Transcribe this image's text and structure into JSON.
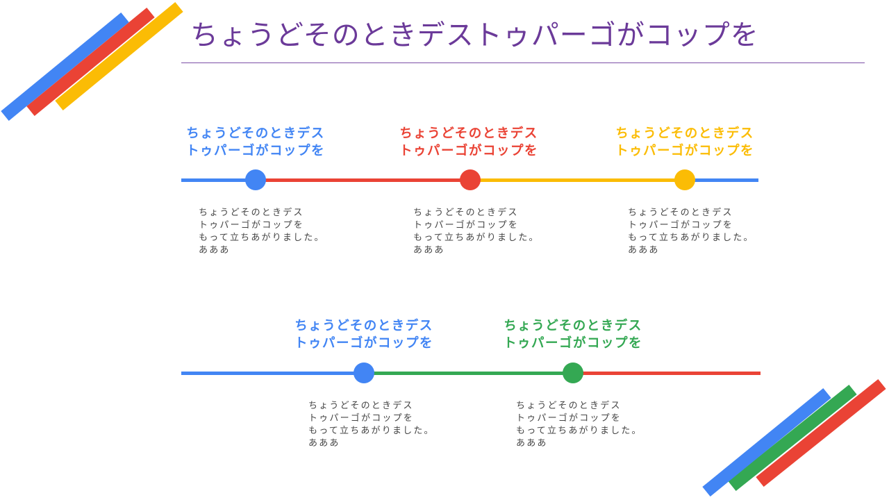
{
  "title": "ちょうどそのときデストゥパーゴがコップを",
  "colors": {
    "blue": "#4285f4",
    "red": "#ea4335",
    "yellow": "#fbbc05",
    "green": "#34a853",
    "title": "#6b3a99"
  },
  "timeline_top": {
    "items": [
      {
        "heading": "ちょうどそのときデス\nトゥパーゴがコップを",
        "color": "#4285f4",
        "text": "ちょうどそのときデス\nトゥパーゴがコップを\nもって立ちあがりました。\nあああ"
      },
      {
        "heading": "ちょうどそのときデス\nトゥパーゴがコップを",
        "color": "#ea4335",
        "text": "ちょうどそのときデス\nトゥパーゴがコップを\nもって立ちあがりました。\nあああ"
      },
      {
        "heading": "ちょうどそのときデス\nトゥパーゴがコップを",
        "color": "#fbbc05",
        "text": "ちょうどそのときデス\nトゥパーゴがコップを\nもって立ちあがりました。\nあああ"
      }
    ]
  },
  "timeline_bottom": {
    "items": [
      {
        "heading": "ちょうどそのときデス\nトゥパーゴがコップを",
        "color": "#4285f4",
        "text": "ちょうどそのときデス\nトゥパーゴがコップを\nもって立ちあがりました。\nあああ"
      },
      {
        "heading": "ちょうどそのときデス\nトゥパーゴがコップを",
        "color": "#34a853",
        "text": "ちょうどそのときデス\nトゥパーゴがコップを\nもって立ちあがりました。\nあああ"
      }
    ]
  }
}
